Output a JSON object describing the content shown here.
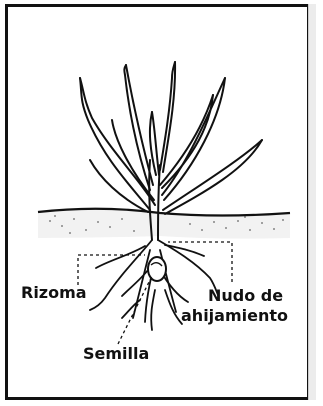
{
  "labels": {
    "rizoma": "Rizoma",
    "nudo_line1": "Nudo de",
    "nudo_line2": "ahijamiento",
    "semilla": "Semilla"
  }
}
